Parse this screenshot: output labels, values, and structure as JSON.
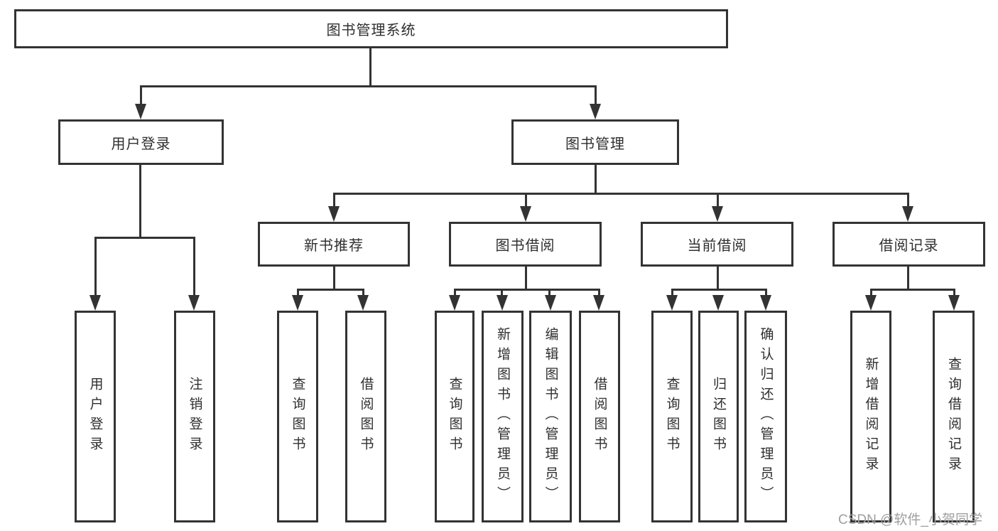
{
  "diagram": {
    "type": "hierarchy-tree",
    "colors": {
      "line": "#333333",
      "text": "#2f2f2f",
      "watermark": "#9e9e9e",
      "background": "#ffffff"
    },
    "tree": {
      "label": "图书管理系统",
      "children": [
        {
          "label": "用户登录",
          "children": [
            {
              "label": "用户登录"
            },
            {
              "label": "注销登录"
            }
          ]
        },
        {
          "label": "图书管理",
          "children": [
            {
              "label": "新书推荐",
              "children": [
                {
                  "label": "查询图书"
                },
                {
                  "label": "借阅图书"
                }
              ]
            },
            {
              "label": "图书借阅",
              "children": [
                {
                  "label": "查询图书"
                },
                {
                  "label": "新增图书（管理员）"
                },
                {
                  "label": "编辑图书（管理员）"
                },
                {
                  "label": "借阅图书"
                }
              ]
            },
            {
              "label": "当前借阅",
              "children": [
                {
                  "label": "查询图书"
                },
                {
                  "label": "归还图书"
                },
                {
                  "label": "确认归还（管理员）"
                }
              ]
            },
            {
              "label": "借阅记录",
              "children": [
                {
                  "label": "新增借阅记录"
                },
                {
                  "label": "查询借阅记录"
                }
              ]
            }
          ]
        }
      ]
    },
    "watermark": "CSDN @软件_小贺同学"
  }
}
